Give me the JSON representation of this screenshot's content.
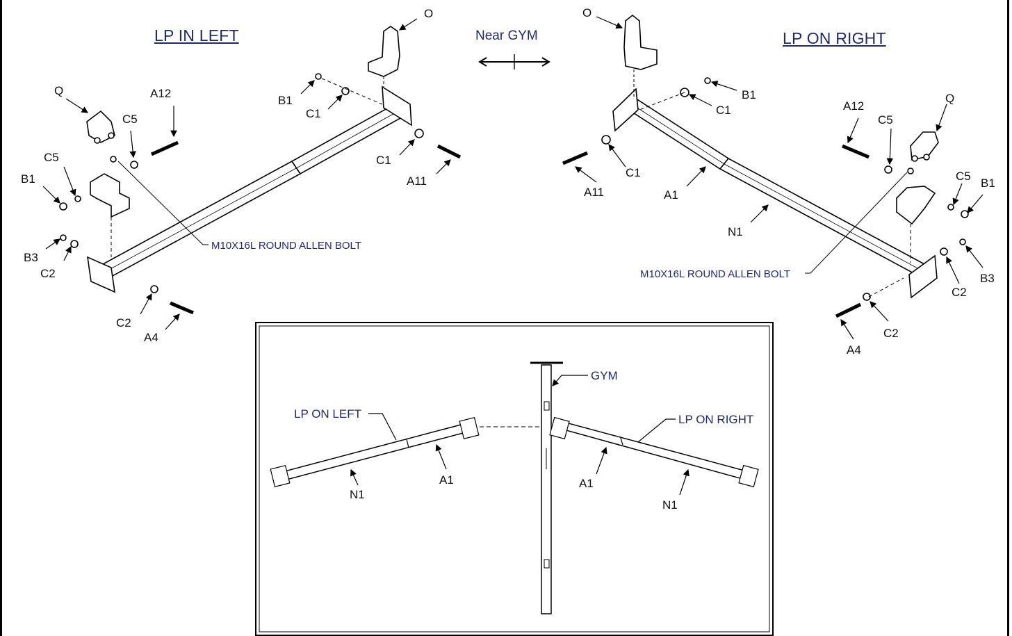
{
  "left_view": {
    "title": "LP IN LEFT"
  },
  "right_view": {
    "title": "LP ON RIGHT"
  },
  "direction_label": "Near GYM",
  "left_labels": {
    "O": "O",
    "Q": "Q",
    "A12": "A12",
    "C5a": "C5",
    "C5b": "C5",
    "B1a": "B1",
    "B1b": "B1",
    "C1a": "C1",
    "C1b": "C1",
    "A11": "A11",
    "B3": "B3",
    "C2a": "C2",
    "C2b": "C2",
    "A4": "A4"
  },
  "left_note": "M10X16L ROUND ALLEN BOLT",
  "right_labels": {
    "O": "O",
    "B1a": "B1",
    "C1a": "C1",
    "A12": "A12",
    "C5a": "C5",
    "Q": "Q",
    "C1b": "C1",
    "A11": "A11",
    "A1": "A1",
    "N1": "N1",
    "C5b": "C5",
    "B1b": "B1",
    "C2a": "C2",
    "B3": "B3",
    "C2b": "C2",
    "A4": "A4"
  },
  "right_note": "M10X16L ROUND ALLEN BOLT",
  "inset": {
    "gym": "GYM",
    "lp_left": "LP ON LEFT",
    "lp_right": "LP ON RIGHT",
    "n1_left": "N1",
    "a1_left": "A1",
    "a1_right": "A1",
    "n1_right": "N1"
  }
}
